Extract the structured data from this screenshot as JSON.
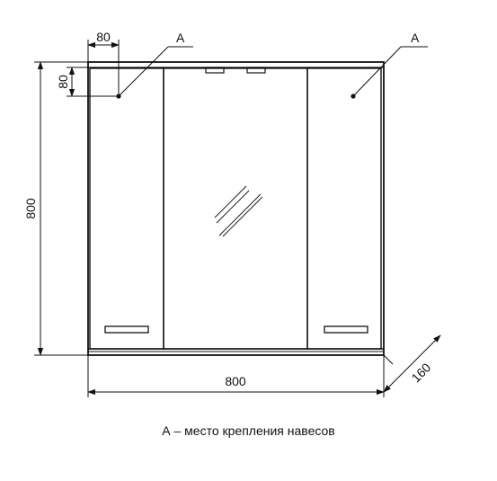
{
  "dimensions": {
    "height": "800",
    "width": "800",
    "depth": "160",
    "offset_x": "80",
    "offset_y": "80"
  },
  "markers": {
    "left": "A",
    "right": "A"
  },
  "caption": "А – место крепления навесов"
}
